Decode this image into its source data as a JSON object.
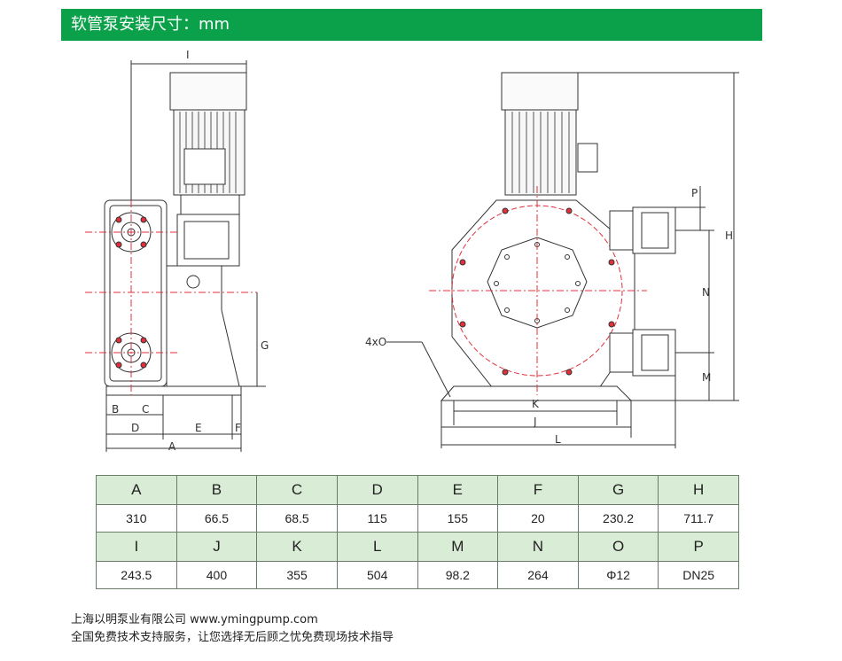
{
  "header": {
    "title": "软管泵安装尺寸：mm"
  },
  "drawing": {
    "side_view_labels": {
      "I": "I",
      "B": "B",
      "C": "C",
      "D": "D",
      "E": "E",
      "F": "F",
      "A": "A",
      "G": "G"
    },
    "front_view_labels": {
      "P": "P",
      "H": "H",
      "N": "N",
      "M": "M",
      "K": "K",
      "J": "J",
      "L": "L",
      "hole": "4xO"
    }
  },
  "table": {
    "rows": [
      {
        "headers": [
          "A",
          "B",
          "C",
          "D",
          "E",
          "F",
          "G",
          "H"
        ],
        "values": [
          "310",
          "66.5",
          "68.5",
          "115",
          "155",
          "20",
          "230.2",
          "711.7"
        ]
      },
      {
        "headers": [
          "I",
          "J",
          "K",
          "L",
          "M",
          "N",
          "O",
          "P"
        ],
        "values": [
          "243.5",
          "400",
          "355",
          "504",
          "98.2",
          "264",
          "Φ12",
          "DN25"
        ]
      }
    ]
  },
  "footer": {
    "line1": "上海以明泵业有限公司  www.ymingpump.com",
    "line2": "全国免费技术支持服务，让您选择无后顾之忧免费现场技术指导"
  },
  "colors": {
    "header_bg": "#0aa14a",
    "table_header_bg": "#d9ecd6",
    "centerline": "#e0303a"
  }
}
